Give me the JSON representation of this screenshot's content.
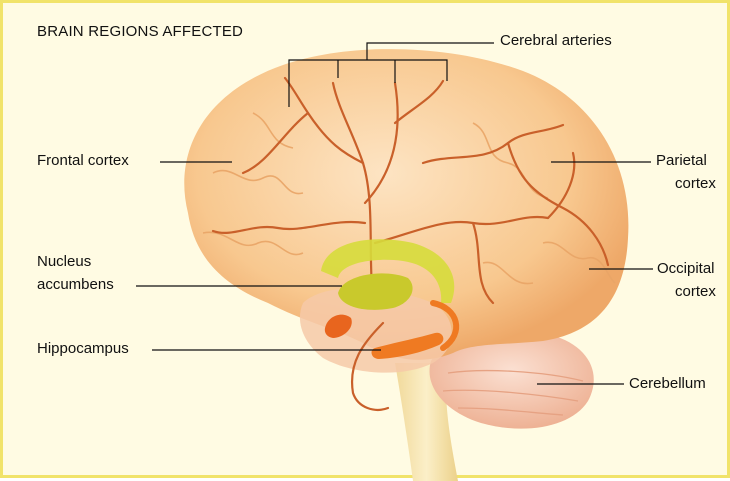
{
  "title": "BRAIN REGIONS AFFECTED",
  "labels": {
    "cerebral_arteries": "Cerebral arteries",
    "frontal_cortex": "Frontal cortex",
    "parietal_cortex_1": "Parietal",
    "parietal_cortex_2": "cortex",
    "nucleus_accumbens_1": "Nucleus",
    "nucleus_accumbens_2": "accumbens",
    "occipital_cortex_1": "Occipital",
    "occipital_cortex_2": "cortex",
    "hippocampus": "Hippocampus",
    "cerebellum": "Cerebellum"
  },
  "colors": {
    "background": "#fffbe3",
    "border": "#f1e36a",
    "brain": "#f7c58f",
    "arteries": "#c9602a",
    "nucleus_accumbens": "#d9df3a",
    "hippocampus": "#ef7a22",
    "cerebellum": "#f3c2a6",
    "brainstem": "#f6e3a6"
  }
}
